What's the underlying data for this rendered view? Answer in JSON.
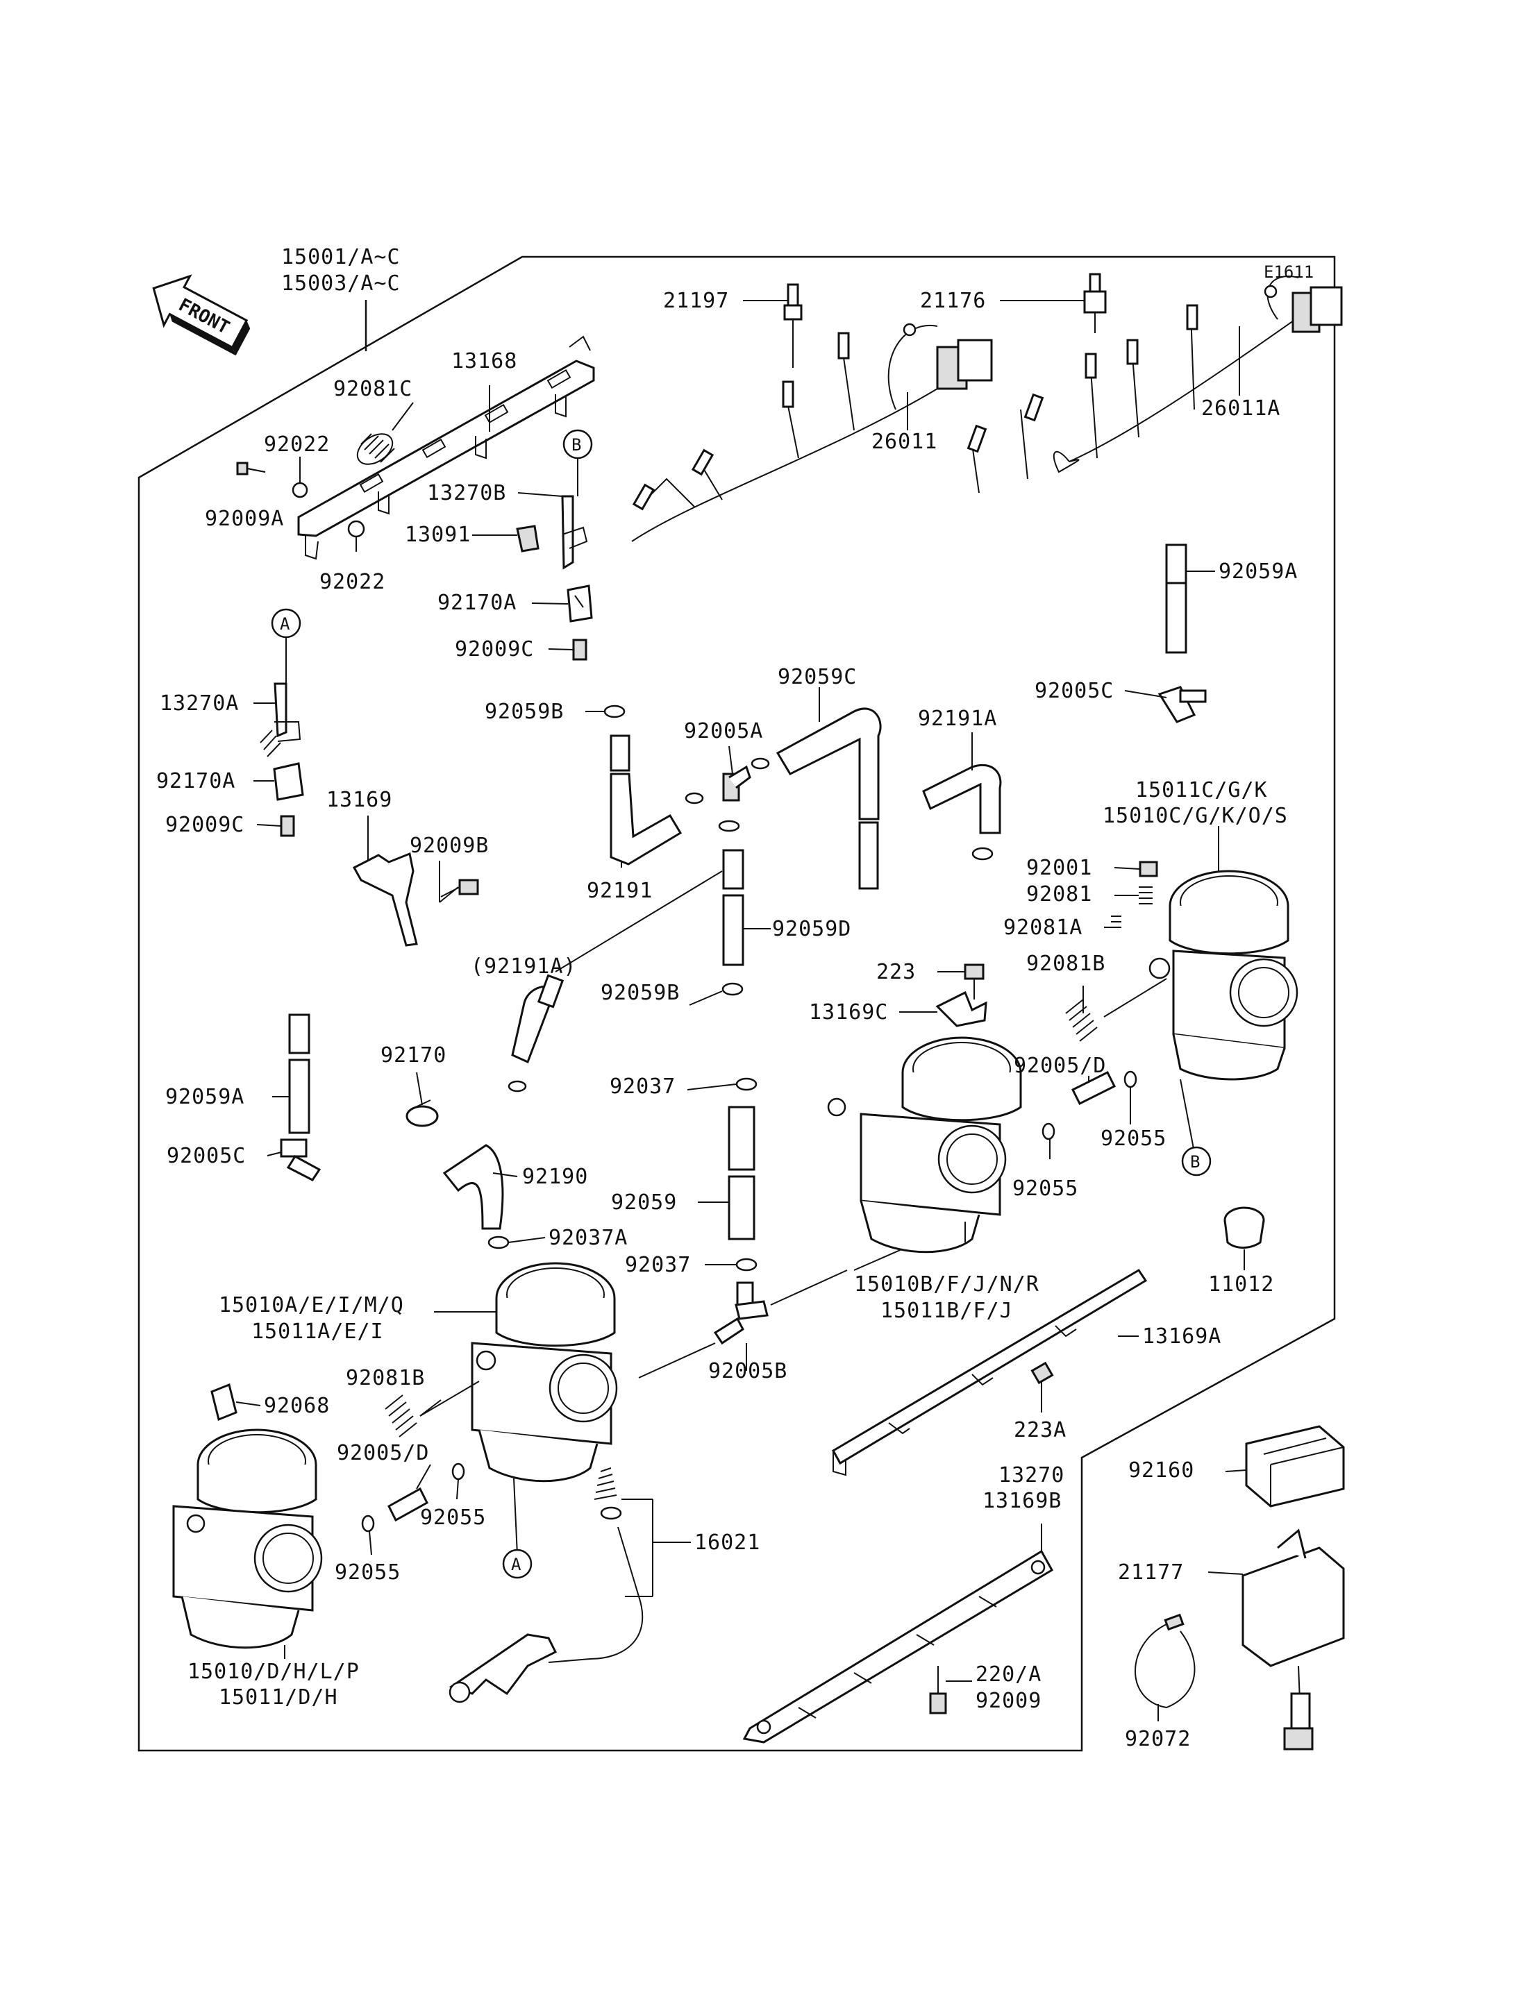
{
  "diagram_code": "E1611",
  "front_label": "FRONT",
  "refs": {
    "A": "A",
    "B": "B"
  },
  "labels": {
    "l15001": "15001/A~C",
    "l15003": "15003/A~C",
    "l13168": "13168",
    "l92081C": "92081C",
    "l92022a": "92022",
    "l92009A": "92009A",
    "l92022b": "92022",
    "l13270B": "13270B",
    "l13091": "13091",
    "l92170A_1": "92170A",
    "l92009C_1": "92009C",
    "l21197": "21197",
    "l26011": "26011",
    "l21176": "21176",
    "l26011A": "26011A",
    "l92059A_1": "92059A",
    "l92005C_1": "92005C",
    "l13270A": "13270A",
    "l92170A_2": "92170A",
    "l92009C_2": "92009C",
    "l92059B_1": "92059B",
    "l92059C": "92059C",
    "l92005A": "92005A",
    "l92191A": "92191A",
    "l15011CGK": "15011C/G/K",
    "l15010CGKOS": "15010C/G/K/O/S",
    "l13169": "13169",
    "l92009B": "92009B",
    "l92191": "92191",
    "l92001": "92001",
    "l92081": "92081",
    "l92081A": "92081A",
    "l92059D": "92059D",
    "l223": "223",
    "l92191Ap": "(92191A)",
    "l92059B_2": "92059B",
    "l13169C": "13169C",
    "l92081B_1": "92081B",
    "l92170": "92170",
    "l92037_1": "92037",
    "l92005D_1": "92005/D",
    "l92059A_2": "92059A",
    "l92055_1": "92055",
    "l92005C_2": "92005C",
    "l92190": "92190",
    "l92055_2": "92055",
    "l92059": "92059",
    "l92037A": "92037A",
    "l11012": "11012",
    "l92037_2": "92037",
    "l15010BFJNR": "15010B/F/J/N/R",
    "l15011BFJ": "15011B/F/J",
    "l15010AEIMQ": "15010A/E/I/M/Q",
    "l15011AEI": "15011A/E/I",
    "l13169A": "13169A",
    "l92005B": "92005B",
    "l92081B_2": "92081B",
    "l92068": "92068",
    "l223A": "223A",
    "l92005D_2": "92005/D",
    "l92160": "92160",
    "l13270": "13270",
    "l13169B": "13169B",
    "l92055_3": "92055",
    "l16021": "16021",
    "l21177": "21177",
    "l92055_4": "92055",
    "l220A": "220/A",
    "l92009": "92009",
    "l15010DHLP": "15010/D/H/L/P",
    "l15011DH": "15011/D/H",
    "l92072": "92072"
  }
}
